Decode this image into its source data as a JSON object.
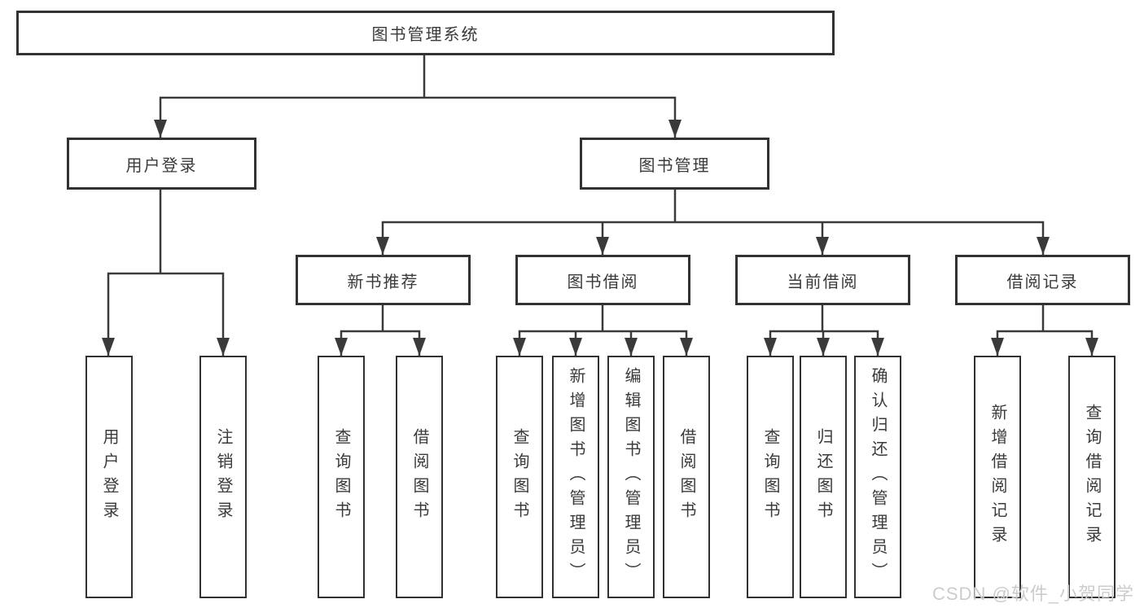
{
  "nodes": {
    "root": {
      "label": "图书管理系统"
    },
    "user_login": {
      "label": "用户登录",
      "children": [
        {
          "label": "用户登录"
        },
        {
          "label": "注销登录"
        }
      ]
    },
    "book_mgmt": {
      "label": "图书管理"
    },
    "new_book": {
      "label": "新书推荐",
      "children": [
        {
          "label": "查询图书"
        },
        {
          "label": "借阅图书"
        }
      ]
    },
    "borrow": {
      "label": "图书借阅",
      "children": [
        {
          "label": "查询图书"
        },
        {
          "label": "新增图书（管理员）"
        },
        {
          "label": "编辑图书（管理员）"
        },
        {
          "label": "借阅图书"
        }
      ]
    },
    "current": {
      "label": "当前借阅",
      "children": [
        {
          "label": "查询图书"
        },
        {
          "label": "归还图书"
        },
        {
          "label": "确认归还（管理员）"
        }
      ]
    },
    "records": {
      "label": "借阅记录",
      "children": [
        {
          "label": "新增借阅记录"
        },
        {
          "label": "查询借阅记录"
        }
      ]
    }
  },
  "watermark": {
    "text": "CSDN @软件_小贺同学"
  },
  "colors": {
    "line": "#3a3a3a",
    "border": "#323232",
    "text": "#3a3a3a",
    "watermark": "#cccccc",
    "background": "#ffffff"
  }
}
